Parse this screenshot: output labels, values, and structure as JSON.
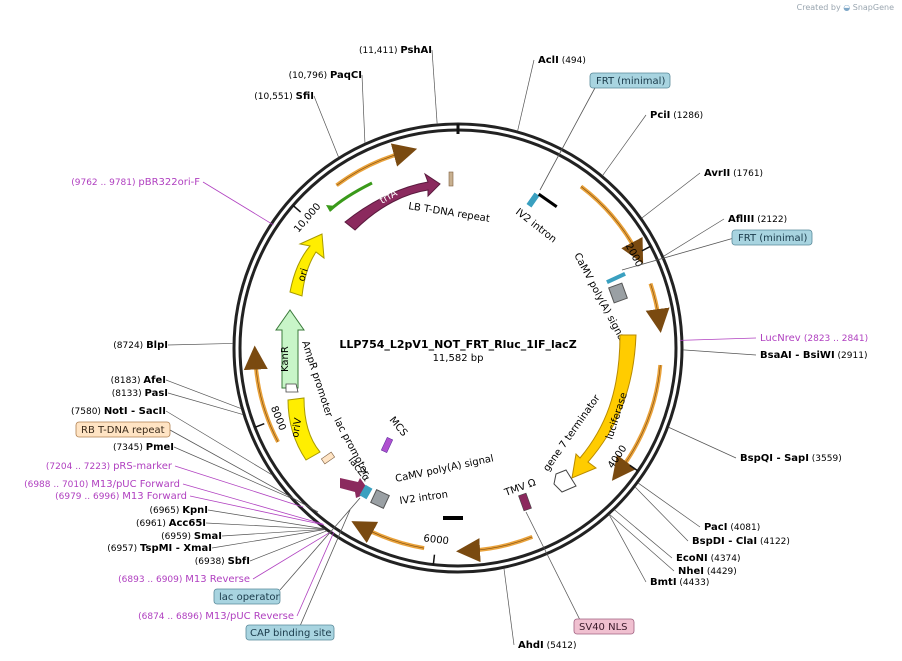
{
  "credit": {
    "prefix": "Created by",
    "brand": "SnapGene"
  },
  "plasmid": {
    "name": "LLP754_L2pV1_NOT_FRT_Rluc_1IF_lacZ",
    "length_label": "11,582 bp",
    "total_bp": 11582
  },
  "ticks": [
    {
      "bp": 2000,
      "label": "2000"
    },
    {
      "bp": 4000,
      "label": "4000"
    },
    {
      "bp": 6000,
      "label": "6000"
    },
    {
      "bp": 8000,
      "label": "8000"
    },
    {
      "bp": 10000,
      "label": "10,000"
    }
  ],
  "sites": [
    {
      "name": "AclI",
      "pos": "(494)",
      "bp": 494
    },
    {
      "name": "PciI",
      "pos": "(1286)",
      "bp": 1286
    },
    {
      "name": "AvrII",
      "pos": "(1761)",
      "bp": 1761
    },
    {
      "name": "AflIII",
      "pos": "(2122)",
      "bp": 2122
    },
    {
      "name": "BsaAI",
      "name2": "BsiWI",
      "pos": "(2911)",
      "bp": 2911
    },
    {
      "name": "BspQI",
      "name2": "SapI",
      "pos": "(3559)",
      "bp": 3559
    },
    {
      "name": "PacI",
      "pos": "(4081)",
      "bp": 4081
    },
    {
      "name": "BspDI",
      "name2": "ClaI",
      "pos": "(4122)",
      "bp": 4122
    },
    {
      "name": "EcoNI",
      "pos": "(4374)",
      "bp": 4374
    },
    {
      "name": "NheI",
      "pos": "(4429)",
      "bp": 4429
    },
    {
      "name": "BmtI",
      "pos": "(4433)",
      "bp": 4433
    },
    {
      "name": "AhdI",
      "pos": "(5412)",
      "bp": 5412
    },
    {
      "name": "SbfI",
      "pos": "(6938)",
      "bp": 6938
    },
    {
      "name": "TspMI",
      "name2": "XmaI",
      "pos": "(6957)",
      "bp": 6957
    },
    {
      "name": "SmaI",
      "pos": "(6959)",
      "bp": 6959
    },
    {
      "name": "Acc65I",
      "pos": "(6961)",
      "bp": 6961
    },
    {
      "name": "KpnI",
      "pos": "(6965)",
      "bp": 6965
    },
    {
      "name": "PmeI",
      "pos": "(7345)",
      "bp": 7345
    },
    {
      "name": "NotI",
      "name2": "SacII",
      "pos": "(7580)",
      "bp": 7580
    },
    {
      "name": "PasI",
      "pos": "(8133)",
      "bp": 8133
    },
    {
      "name": "AfeI",
      "pos": "(8183)",
      "bp": 8183
    },
    {
      "name": "BlpI",
      "pos": "(8724)",
      "bp": 8724
    },
    {
      "name": "SfiI",
      "pos": "(10,551)",
      "bp": 10551
    },
    {
      "name": "PaqCI",
      "pos": "(10,796)",
      "bp": 10796
    },
    {
      "name": "PshAI",
      "pos": "(11,411)",
      "bp": 11411
    }
  ],
  "primers": [
    {
      "name": "LucNrev",
      "range": "(2823 .. 2841)",
      "bp": 2832
    },
    {
      "name": "pRS-marker",
      "range": "(7204 .. 7223)",
      "bp": 7214
    },
    {
      "name": "M13/pUC Forward",
      "range": "(6988 .. 7010)",
      "bp": 6999
    },
    {
      "name": "M13 Forward",
      "range": "(6979 .. 6996)",
      "bp": 6987
    },
    {
      "name": "M13 Reverse",
      "range": "(6893 .. 6909)",
      "bp": 6901
    },
    {
      "name": "M13/pUC Reverse",
      "range": "(6874 .. 6896)",
      "bp": 6885
    },
    {
      "name": "pBR322ori-F",
      "range": "(9762 .. 9781)",
      "bp": 9771
    }
  ],
  "boxed_features": [
    {
      "name": "FRT (minimal)",
      "kind": "frt"
    },
    {
      "name": "FRT (minimal)",
      "kind": "frt"
    },
    {
      "name": "RB T-DNA repeat",
      "kind": "rb"
    },
    {
      "name": "SV40 NLS",
      "kind": "nls"
    },
    {
      "name": "lac operator",
      "kind": "frt"
    },
    {
      "name": "CAP binding site",
      "kind": "frt"
    }
  ],
  "inner_labels": {
    "lb_repeat": "LB T-DNA repeat",
    "iv2_top": "IV2 intron",
    "camv_right": "CaMV poly(A) signal",
    "luciferase": "luciferase",
    "gene7": "gene 7 terminator",
    "tmv": "TMV Ω",
    "camv_bottom": "CaMV poly(A) signal",
    "iv2_bottom": "IV2 intron",
    "mcs": "MCS",
    "lacza": "lacZα",
    "lac_promoter": "lac promoter",
    "ampr_promoter": "AmpR promoter",
    "kanr": "KanR",
    "ori": "ori",
    "oriv": "oriV",
    "trfa": "trfA"
  },
  "colors": {
    "backbone": "#222222",
    "orange_arrow": "#e9a23b",
    "trfa": "#8b2a5e",
    "yellow": "#ffee00",
    "kanr": "#c8f5c8",
    "green_arrow": "#3a9a1a",
    "luciferase": "#ffcc00",
    "primer": "#b040c0",
    "frt_box": "#a8d4e0",
    "rb_box": "#ffe4c4",
    "nls_box": "#f0c0d0"
  }
}
